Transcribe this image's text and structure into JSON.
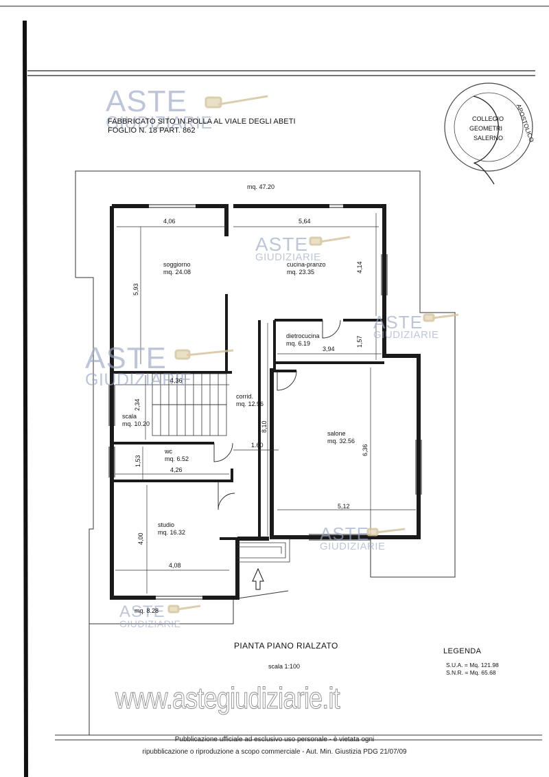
{
  "header": {
    "line1": "FABBRICATO SITO IN POLLA AL VIALE DEGLI ABETI",
    "line2": "FOGLIO N. 18 PART. 862"
  },
  "watermark": {
    "aste": "ASTE",
    "giudiziarie": "GIUDIZIARIE",
    "site": "www.astegiudiziarie.it"
  },
  "stamp": {
    "line1": "COLLEGIO",
    "line2": "GEOMETRI",
    "line3": "SALERNO",
    "ring": "APOSTOLICO"
  },
  "areas": {
    "outer_top": "mq. 47.20",
    "outer_bottom": "mq. 8.28"
  },
  "rooms": {
    "soggiorno": {
      "name": "soggiorno",
      "area": "mq. 24.08"
    },
    "cucina": {
      "name": "cucina-pranzo",
      "area": "mq. 23.35"
    },
    "dietrocucina": {
      "name": "dietrocucina",
      "area": "mq. 6.19"
    },
    "corridoio": {
      "name": "corrid.",
      "area": "mq. 12.96"
    },
    "scala": {
      "name": "scala",
      "area": "mq. 10.20"
    },
    "salone": {
      "name": "salone",
      "area": "mq. 32.56"
    },
    "wc": {
      "name": "wc",
      "area": "mq. 6.52"
    },
    "studio": {
      "name": "studio",
      "area": "mq. 16.32"
    }
  },
  "dims": {
    "d406": "4,06",
    "d564": "5,64",
    "d593": "5,93",
    "d414": "4,14",
    "d157": "1,57",
    "d394": "3,94",
    "d436": "4,36",
    "d234": "2,34",
    "d810": "8,10",
    "d636": "6,36",
    "d160": "1.60",
    "d153": "1,53",
    "d426": "4,26",
    "d512": "5,12",
    "d400": "4,00",
    "d408": "4,08"
  },
  "title": "PIANTA PIANO RIALZATO",
  "scale": "scala 1:100",
  "legend": {
    "title": "LEGENDA",
    "sua": "S.U.A. = Mq. 121.98",
    "snr": "S.N.R. = Mq. 65.68"
  },
  "footer": {
    "line1": "Pubblicazione ufficiale ad esclusivo uso personale - è vietata ogni",
    "line2": "ripubblicazione o riproduzione a scopo commerciale - Aut. Min. Giustizia PDG 21/07/09"
  }
}
